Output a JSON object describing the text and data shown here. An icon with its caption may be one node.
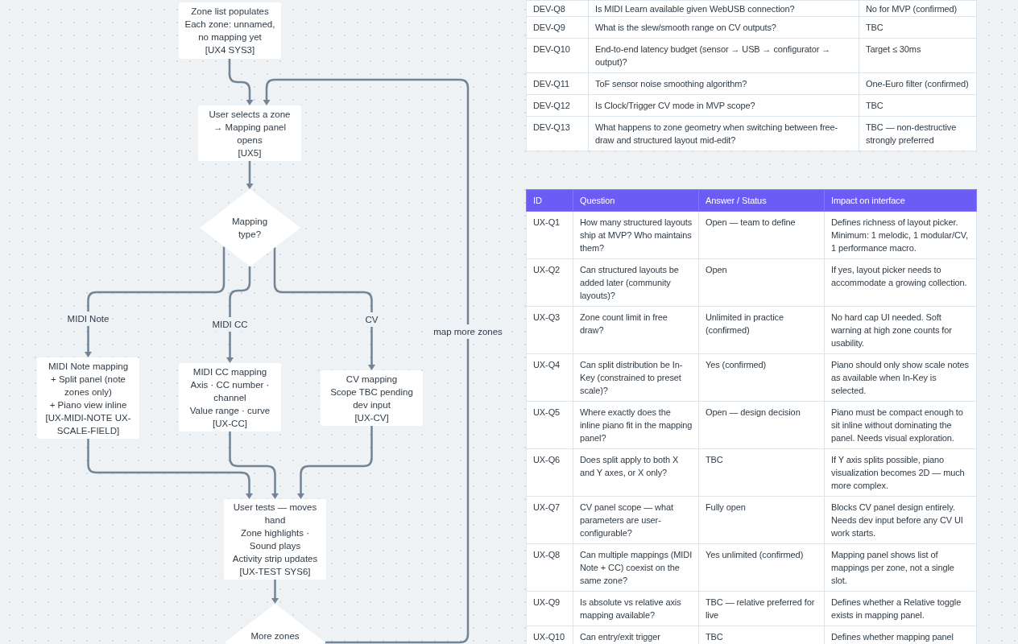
{
  "diagram": {
    "nodes": [
      {
        "text": [
          "Zone list populates",
          "Each zone: unnamed, no mapping yet",
          "[UX4 SYS3]"
        ]
      },
      {
        "text": [
          "User selects a zone",
          "→ Mapping panel opens",
          "[UX5]"
        ]
      },
      {
        "text": [
          "Mapping type?"
        ]
      },
      {
        "text": [
          "MIDI Note mapping",
          "+ Split panel (note zones only)",
          "+ Piano view inline",
          "[UX-MIDI-NOTE UX-SCALE-FIELD]"
        ]
      },
      {
        "text": [
          "MIDI CC mapping",
          "Axis · CC number · channel",
          "Value range · curve",
          "[UX-CC]"
        ]
      },
      {
        "text": [
          "CV mapping",
          "Scope TBC pending dev input",
          "[UX-CV]"
        ]
      },
      {
        "text": [
          "User tests — moves hand",
          "Zone highlights · Sound plays",
          "Activity strip updates",
          "[UX-TEST SYS6]"
        ]
      },
      {
        "text": [
          "More zones"
        ]
      }
    ],
    "edges": [
      {
        "from": 0,
        "to": 1,
        "arrow": "to"
      },
      {
        "from": 1,
        "to": 2,
        "arrow": "to"
      },
      {
        "from": 2,
        "to": 3,
        "label": "MIDI Note",
        "arrow": "to"
      },
      {
        "from": 2,
        "to": 4,
        "label": "MIDI CC",
        "arrow": "to"
      },
      {
        "from": 2,
        "to": 5,
        "label": "CV",
        "arrow": "to"
      },
      {
        "from": 3,
        "to": 6,
        "arrow": "to"
      },
      {
        "from": 4,
        "to": 6,
        "arrow": "to"
      },
      {
        "from": 5,
        "to": 6,
        "arrow": "to"
      },
      {
        "from": 6,
        "to": 7,
        "arrow": "to"
      },
      {
        "from": 7,
        "to": 1,
        "label": "map more zones",
        "arrow": "to"
      }
    ],
    "labels": [
      "DEV-Q8",
      "Is MIDI Learn available given WebUSB connection?",
      "No for MVP (confirmed)",
      "DEV-Q9",
      "What is the slew/smooth range on CV outputs?",
      "TBC",
      "DEV-Q10",
      "End-to-end latency budget (sensor → USB → configurator → output)?",
      "Target ≤ 30ms",
      "DEV-Q11",
      "ToF sensor noise smoothing algorithm?",
      "One-Euro filter (confirmed)",
      "DEV-Q12",
      "Is Clock/Trigger CV mode in MVP scope?",
      "TBC",
      "DEV-Q13",
      "What happens to zone geometry when switching between free-draw and structured layout mid-edit?",
      "TBC — non-destructive strongly preferred",
      "ID",
      "Question",
      "Answer / Status",
      "Impact on interface",
      "UX-Q1",
      "How many structured layouts ship at MVP? Who maintains them?",
      "Open — team to define",
      "Defines richness of layout picker. Minimum: 1 melodic, 1 modular/CV, 1 performance macro.",
      "UX-Q2",
      "Can structured layouts be added later (community layouts)?",
      "Open",
      "If yes, layout picker needs to accommodate a growing collection.",
      "UX-Q3",
      "Zone count limit in free draw?",
      "Unlimited in practice (confirmed)",
      "No hard cap UI needed. Soft warning at high zone counts for usability.",
      "UX-Q4",
      "Can split distribution be In-Key (constrained to preset scale)?",
      "Yes (confirmed)",
      "Piano should only show scale notes as available when In-Key is selected.",
      "UX-Q5",
      "Where exactly does the inline piano fit in the mapping panel?",
      "Open — design decision",
      "Piano must be compact enough to sit inline without dominating the panel. Needs visual exploration.",
      "UX-Q6",
      "Does split apply to both X and Y axes, or X only?",
      "TBC",
      "If Y axis splits possible, piano visualization becomes 2D — much more complex.",
      "UX-Q7",
      "CV panel scope — what parameters are user-configurable?",
      "Fully open",
      "Blocks CV panel design entirely. Needs dev input before any CV UI work starts.",
      "UX-Q8",
      "Can multiple mappings (MIDI Note + CC) coexist on the same zone?",
      "Yes unlimited (confirmed)",
      "Mapping panel shows list of mappings per zone, not a single slot.",
      "UX-Q9",
      "Is absolute vs relative axis mapping available?",
      "TBC — relative preferred for live",
      "Defines whether a Relative toggle exists in mapping panel.",
      "UX-Q10",
      "Can entry/exit trigger",
      "TBC",
      "Defines whether mapping panel"
    ]
  }
}
